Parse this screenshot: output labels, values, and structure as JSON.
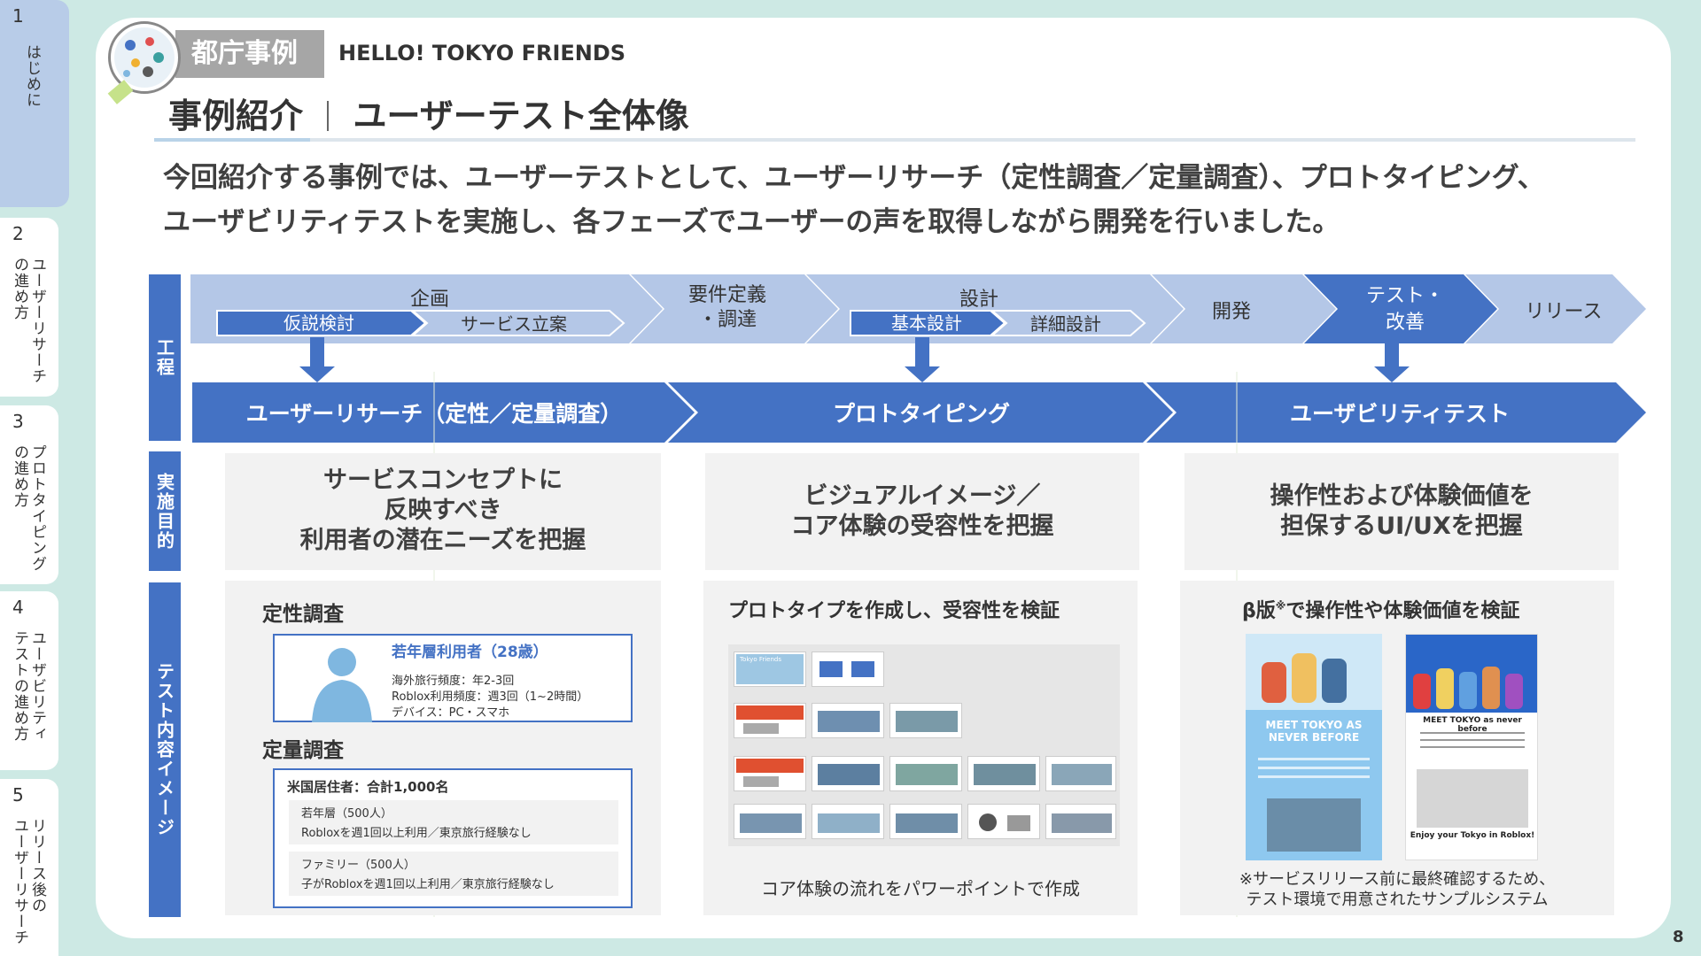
{
  "nav": {
    "tabs": [
      {
        "num": "1",
        "label": "はじめに"
      },
      {
        "num": "2",
        "label_lines": [
          "ユーザーリサーチ",
          "の進め方"
        ]
      },
      {
        "num": "3",
        "label_lines": [
          "プロトタイピング",
          "の進め方"
        ]
      },
      {
        "num": "4",
        "label_lines": [
          "ユーザビリティ",
          "テストの進め方"
        ]
      },
      {
        "num": "5",
        "label_lines": [
          "リリース後の",
          "ユーザーリサーチ"
        ]
      }
    ]
  },
  "header": {
    "badge": "都庁事例",
    "project": "HELLO! TOKYO FRIENDS",
    "title_main": "事例紹介",
    "title_sub": "ユーザーテスト全体像"
  },
  "lead": [
    "今回紹介する事例では、ユーザーテストとして、ユーザーリサーチ（定性調査／定量調査）、プロトタイピング、",
    "ユーザビリティテストを実施し、各フェーズでユーザーの声を取得しながら開発を行いました。"
  ],
  "row_labels": {
    "process": "工程",
    "purpose": "実施目的",
    "content": "テスト内容イメージ"
  },
  "process": {
    "kikaku": "企画",
    "kasetsu": "仮説検討",
    "service": "サービス立案",
    "youken": [
      "要件定義",
      "・調達"
    ],
    "sekkei": "設計",
    "kihon": "基本設計",
    "shousai": "詳細設計",
    "kaihatsu": "開発",
    "test": [
      "テスト・",
      "改善"
    ],
    "release": "リリース"
  },
  "phases": [
    "ユーザーリサーチ（定性／定量調査）",
    "プロトタイピング",
    "ユーザビリティテスト"
  ],
  "purposes": [
    [
      "サービスコンセプトに",
      "反映すべき",
      "利用者の潜在ニーズを把握"
    ],
    [
      "ビジュアルイメージ／",
      "コア体験の受容性を把握"
    ],
    [
      "操作性および体験価値を",
      "担保するUI/UXを把握"
    ]
  ],
  "research": {
    "qual_title": "定性調査",
    "persona_name": "若年層利用者（28歳）",
    "persona_lines": [
      "海外旅行頻度：年2-3回",
      "Roblox利用頻度：週3回（1~2時間）",
      "デバイス：PC・スマホ"
    ],
    "quant_title": "定量調査",
    "quant_head": "米国居住者：合計1,000名",
    "segments": [
      {
        "name": "若年層（500人）",
        "desc": "Robloxを週1回以上利用／東京旅行経験なし"
      },
      {
        "name": "ファミリー（500人）",
        "desc": "子がRobloxを週1回以上利用／東京旅行経験なし"
      }
    ]
  },
  "proto": {
    "title": "プロトタイプを作成し、受容性を検証",
    "thumb_title": "Tokyo Friends",
    "caption": "コア体験の流れをパワーポイントで作成"
  },
  "usability": {
    "title_pre": "β版",
    "title_note": "※",
    "title_post": "で操作性や体験価値を検証",
    "shot1_heading": "MEET TOKYO AS NEVER BEFORE",
    "shot2_heading": "MEET TOKYO as never before",
    "shot2_footer": "Enjoy your Tokyo in Roblox!",
    "caption": [
      "※サービスリリース前に最終確認するため、",
      "テスト環境で用意されたサンプルシステム"
    ]
  },
  "page_number": "8",
  "colors": {
    "accent": "#4472c4",
    "light": "#b4c7e7",
    "mint": "#cde9e4"
  }
}
